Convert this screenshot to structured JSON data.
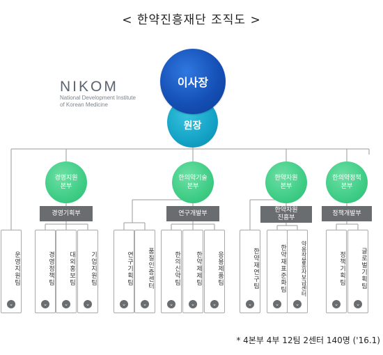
{
  "title": "< 한약진흥재단 조직도 >",
  "logo": {
    "word": "NIKOM",
    "line1": "National Development Institute",
    "line2": "of Korean Medicine"
  },
  "chairman": "이사장",
  "director": "원장",
  "divisions": [
    {
      "label": "경영지원 본부",
      "line1": "경영지원",
      "line2": "본부"
    },
    {
      "label": "한의약기술 본부",
      "line1": "한의약기술",
      "line2": "본부"
    },
    {
      "label": "한약자원 본부",
      "line1": "한약자원",
      "line2": "본부"
    },
    {
      "label": "한의약정책 본부",
      "line1": "한의약정책",
      "line2": "본부"
    }
  ],
  "departments": [
    {
      "line1": "경영기획부",
      "line2": ""
    },
    {
      "line1": "연구개발부",
      "line2": ""
    },
    {
      "line1": "한약자원",
      "line2": "진흥부"
    },
    {
      "line1": "정책개발부",
      "line2": ""
    }
  ],
  "teams": [
    "운영지원팀",
    "경영정책팀",
    "대외홍보팀",
    "기업지원팀",
    "연구기획팀",
    "품질인증센터",
    "한의신약팀",
    "한약제제팀",
    "응용제품팀",
    "한약재연구팀",
    "한약재표준화팀",
    "약용작물종자보급센터",
    "정책기획팀",
    "글로벌기획팀"
  ],
  "chevron": "⌄",
  "footnote": "* 4본부 4부 12팀 2센터 140명 ('16.1)",
  "colors": {
    "chairman": "#1550b6",
    "director": "#14a2c6",
    "division": "#3fcd86",
    "bar": "#6a6d70",
    "line": "#9a9a9a"
  }
}
